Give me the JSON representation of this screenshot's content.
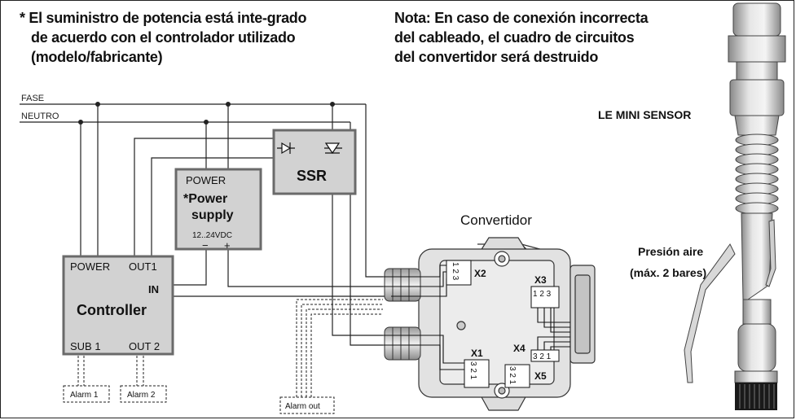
{
  "notes": {
    "power_supply_note": [
      "* El suministro de potencia está inte-grado",
      "de acuerdo con el controlador utilizado",
      "(modelo/fabricante)"
    ],
    "wiring_note": [
      "Nota: En caso de conexión incorrecta",
      "del cableado, el cuadro de circuitos",
      "del convertidor será destruido"
    ]
  },
  "lines": {
    "phase": "FASE",
    "neutral": "NEUTRO"
  },
  "controller": {
    "power": "POWER",
    "out1": "OUT1",
    "in": "IN",
    "title": "Controller",
    "sub1": "SUB 1",
    "out2": "OUT 2"
  },
  "power_supply": {
    "power": "POWER",
    "title_line1": "*Power",
    "title_line2": "supply",
    "voltage": "12..24VDC",
    "minus": "−",
    "plus": "+"
  },
  "ssr": {
    "title": "SSR"
  },
  "alarms": {
    "alarm1": "Alarm 1",
    "alarm2": "Alarm 2",
    "alarm_out": "Alarm out"
  },
  "converter": {
    "title": "Convertidor",
    "x1": "X1",
    "x2": "X2",
    "x3": "X3",
    "x4": "X4",
    "x5": "X5",
    "pins_123": "1 2 3",
    "pins_321": "3 2 1"
  },
  "sensor": {
    "title": "LE MINI SENSOR",
    "air_line1": "Presión aire",
    "air_line2": "(máx. 2 bares)"
  }
}
